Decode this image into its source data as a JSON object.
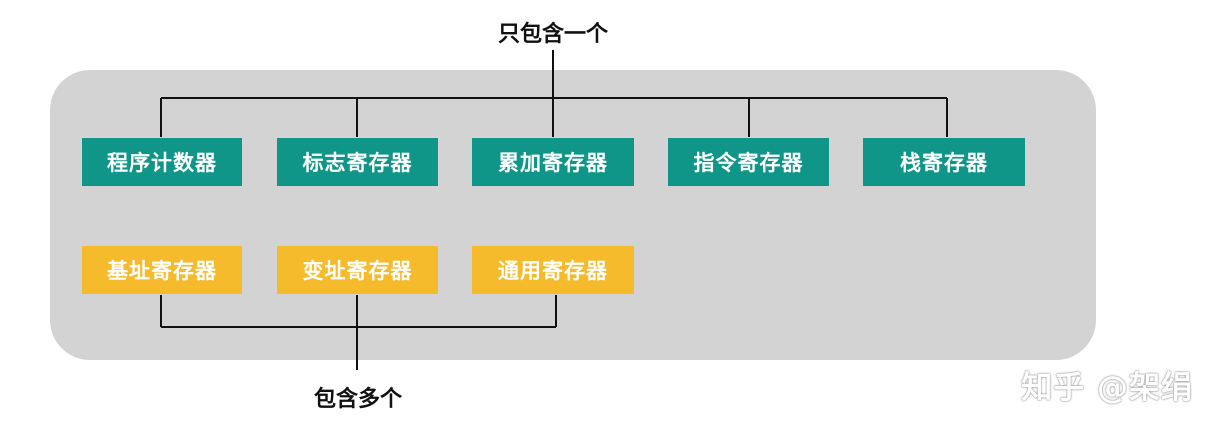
{
  "colors": {
    "single_box": "#0f9688",
    "multi_box": "#f5bb2c",
    "panel": "#d3d3d3",
    "wire": "#111111"
  },
  "top_label": "只包含一个",
  "bottom_label": "包含多个",
  "single_registers": [
    {
      "label": "程序计数器"
    },
    {
      "label": "标志寄存器"
    },
    {
      "label": "累加寄存器"
    },
    {
      "label": "指令寄存器"
    },
    {
      "label": "栈寄存器"
    }
  ],
  "multi_registers": [
    {
      "label": "基址寄存器"
    },
    {
      "label": "变址寄存器"
    },
    {
      "label": "通用寄存器"
    }
  ],
  "watermark": "知乎 @架绢"
}
